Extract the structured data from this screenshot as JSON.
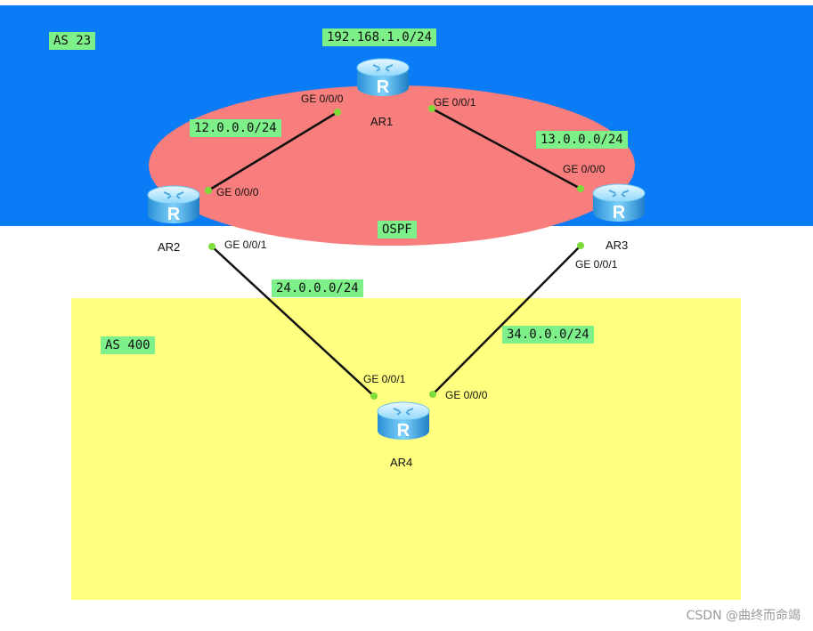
{
  "zones": {
    "as23": "AS 23",
    "as400": "AS 400",
    "ospf": "OSPF"
  },
  "networks": {
    "n1": "192.168.1.0/24",
    "n12": "12.0.0.0/24",
    "n13": "13.0.0.0/24",
    "n24": "24.0.0.0/24",
    "n34": "34.0.0.0/24"
  },
  "routers": {
    "ar1": "AR1",
    "ar2": "AR2",
    "ar3": "AR3",
    "ar4": "AR4",
    "icon_letter": "R"
  },
  "ports": {
    "ar1_ge000": "GE 0/0/0",
    "ar1_ge001": "GE 0/0/1",
    "ar2_ge000": "GE 0/0/0",
    "ar2_ge001": "GE 0/0/1",
    "ar3_ge000": "GE 0/0/0",
    "ar3_ge001": "GE 0/0/1",
    "ar4_ge001": "GE 0/0/1",
    "ar4_ge000": "GE 0/0/0"
  },
  "colors": {
    "as23": "#0a7cf5",
    "as400": "#ffff80",
    "ospf": "#f87d7d",
    "tag": "#7ef08a",
    "port_dot": "#7ddc3a"
  },
  "watermark": "CSDN @曲终而命竭"
}
